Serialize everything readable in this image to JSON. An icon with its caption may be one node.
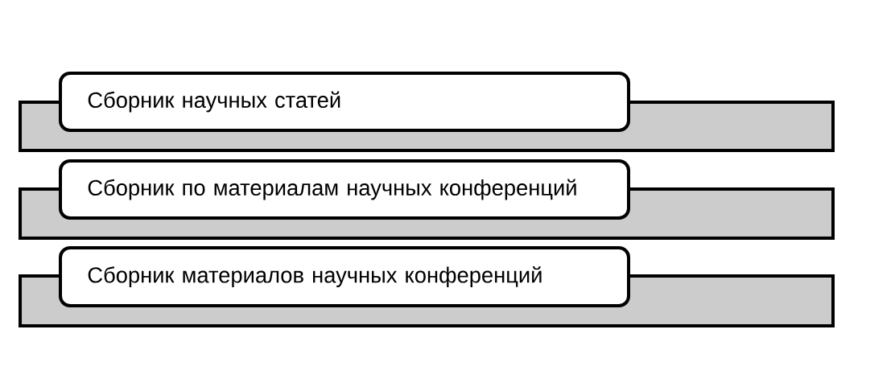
{
  "diagram": {
    "nodes": [
      {
        "text": [
          "Сборник научных статей"
        ]
      },
      {
        "text": [],
        "shape": "bar"
      },
      {
        "text": [
          "Сборник по материалам научных конференций"
        ]
      },
      {
        "text": [],
        "shape": "bar"
      },
      {
        "text": [
          "Сборник материалов научных конференций"
        ]
      },
      {
        "text": [],
        "shape": "bar"
      }
    ]
  }
}
